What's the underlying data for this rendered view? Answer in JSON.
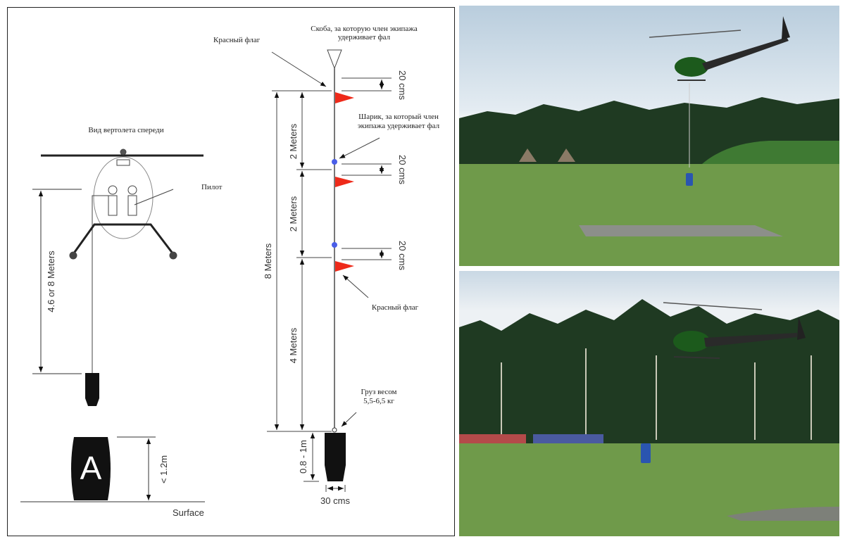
{
  "diagram": {
    "front_view_title": "Вид вертолета спереди",
    "pilot_label": "Пилот",
    "rope_length_label": "4.6 or 8 Meters",
    "target_letter": "A",
    "target_height_label": "< 1.2m",
    "surface_label": "Surface",
    "shackle_label_line1": "Скоба, за которую член экипажа",
    "shackle_label_line2": "удерживает фал",
    "red_flag_top_label": "Красный флаг",
    "ball_label_line1": "Шарик, за который член",
    "ball_label_line2": "экипажа удерживает фал",
    "red_flag_bottom_label": "Красный флаг",
    "weight_label_line1": "Груз весом",
    "weight_label_line2": "5,5-6,5 кг",
    "dim_20cm_1": "20 cms",
    "dim_20cm_2": "20 cms",
    "dim_20cm_3": "20 cms",
    "dim_total": "8 Meters",
    "dim_2m_1": "2 Meters",
    "dim_2m_2": "2 Meters",
    "dim_4m": "4 Meters",
    "dim_weight_height": "0.8 - 1m",
    "dim_weight_width": "30 cms"
  },
  "colors": {
    "flag": "#ee2a1a",
    "ball": "#4a5ee8",
    "grass": "#6f9a4a",
    "trees": "#1f3a22"
  }
}
